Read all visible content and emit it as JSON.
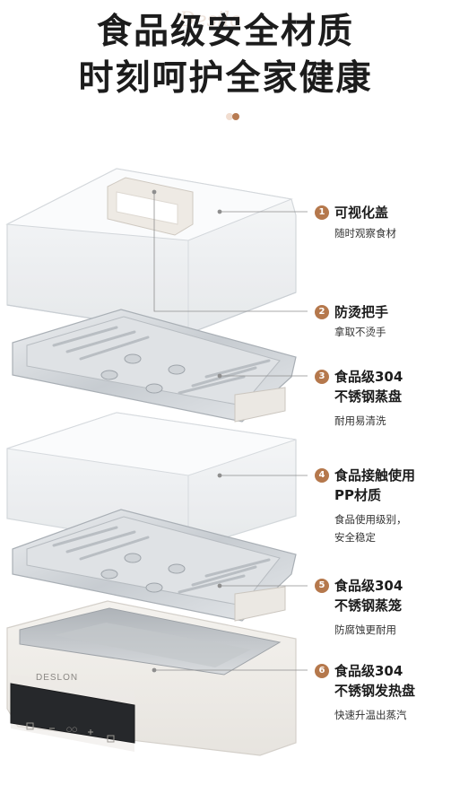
{
  "headline": {
    "line1": "食品级安全材质",
    "line2": "时刻呵护全家健康"
  },
  "watermark": "Desilo",
  "brand_logo": "DESLON",
  "colors": {
    "accent": "#b5784c",
    "dot_light": "#f1ddd0"
  },
  "features": [
    {
      "num": "1",
      "title_lines": [
        "可视化盖"
      ],
      "desc_lines": [
        "随时观察食材"
      ]
    },
    {
      "num": "2",
      "title_lines": [
        "防烫把手"
      ],
      "desc_lines": [
        "拿取不烫手"
      ]
    },
    {
      "num": "3",
      "title_lines": [
        "食品级304",
        "不锈钢蒸盘"
      ],
      "desc_lines": [
        "耐用易清洗"
      ]
    },
    {
      "num": "4",
      "title_lines": [
        "食品接触使用",
        "PP材质"
      ],
      "desc_lines": [
        "食品使用级别，",
        "安全稳定"
      ]
    },
    {
      "num": "5",
      "title_lines": [
        "食品级304",
        "不锈钢蒸笼"
      ],
      "desc_lines": [
        "防腐蚀更耐用"
      ]
    },
    {
      "num": "6",
      "title_lines": [
        "食品级304",
        "不锈钢发热盘"
      ],
      "desc_lines": [
        "快速升温出蒸汽"
      ]
    }
  ]
}
